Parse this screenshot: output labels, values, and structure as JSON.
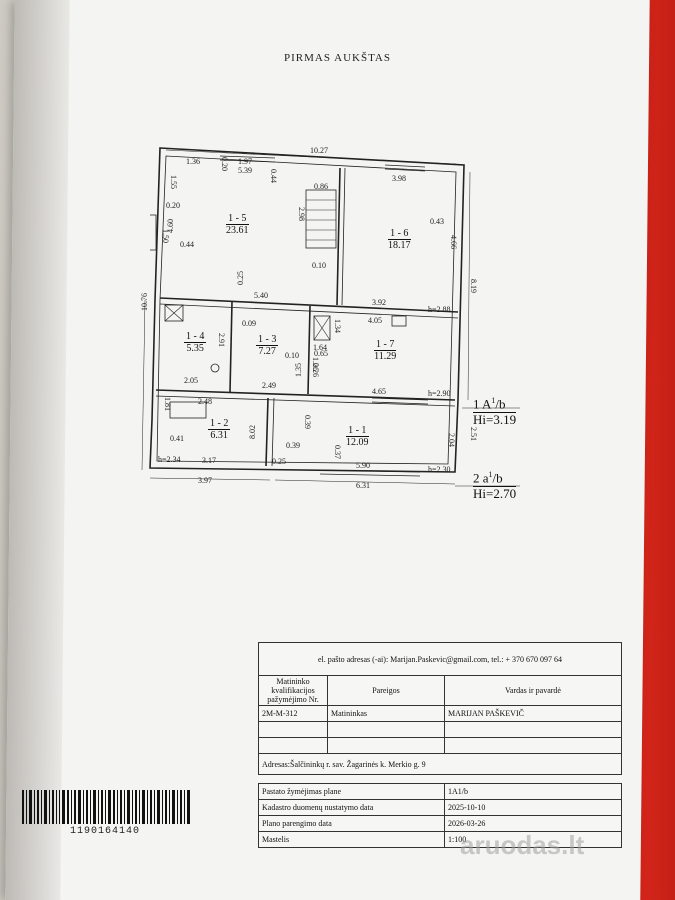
{
  "document": {
    "title": "PIRMAS AUKŠTAS",
    "rooms": [
      {
        "id": "1 - 5",
        "area": "23.61"
      },
      {
        "id": "1 - 6",
        "area": "18.17"
      },
      {
        "id": "1 - 4",
        "area": "5.35"
      },
      {
        "id": "1 - 3",
        "area": "7.27"
      },
      {
        "id": "1 - 7",
        "area": "11.29"
      },
      {
        "id": "1 - 2",
        "area": "6.31"
      },
      {
        "id": "1 - 1",
        "area": "12.09"
      }
    ],
    "dimensions": [
      "10.27",
      "1.36",
      "1.97",
      "5.39",
      "0.20",
      "0.44",
      "3.98",
      "1.55",
      "0.20",
      "0.86",
      "0.43",
      "4.60",
      "1.50",
      "2.98",
      "4.66",
      "0.44",
      "0.10",
      "10.76",
      "0.25",
      "8.19",
      "5.40",
      "3.92",
      "h=2.88",
      "4.05",
      "0.09",
      "1.34",
      "2.91",
      "1.26",
      "0.10",
      "0.65",
      "1.35",
      "0.26",
      "2.05",
      "2.49",
      "4.65",
      "h=2.90",
      "2.48",
      "0.39",
      "2.51",
      "0.41",
      "8.02",
      "0.39",
      "2.04",
      "0.37",
      "h=2.34",
      "3.17",
      "0.25",
      "5.90",
      "h=2.30",
      "3.97",
      "6.31",
      "1.81",
      "1.64"
    ],
    "building_labels": [
      {
        "code": "1 A",
        "sup": "1",
        "suffix": "/b",
        "height": "Hi=3.19"
      },
      {
        "code": "2 a",
        "sup": "1",
        "suffix": "/b",
        "height": "Hi=2.70"
      }
    ]
  },
  "info_table": {
    "email_line": "el. pašto adresas (-ai): Marijan.Paskevic@gmail.com, tel.: + 370 670 097 64",
    "col_cert": "Matininko kvalifikacijos pažymėjimo Nr.",
    "col_position": "Pareigos",
    "col_name": "Vardas ir pavardė",
    "cert_no": "2M-M-312",
    "position": "Matininkas",
    "name": "MARIJAN PAŠKEVIČ",
    "address": "Adresas:Šalčininkų r. sav. Žagarinės k. Merkio g. 9",
    "rows": [
      {
        "label": "Pastato žymėjimas plane",
        "value": "1A1/b"
      },
      {
        "label": "Kadastro duomenų nustatymo data",
        "value": "2025-10-10"
      },
      {
        "label": "Plano parengimo data",
        "value": "2026-03-26"
      },
      {
        "label": "Mastelis",
        "value": "1:100"
      }
    ]
  },
  "barcode_number": "1190164140",
  "watermark": "aruodas.lt",
  "colors": {
    "paper": "#f4f4f2",
    "ink": "#222222",
    "folder": "#c42016"
  }
}
